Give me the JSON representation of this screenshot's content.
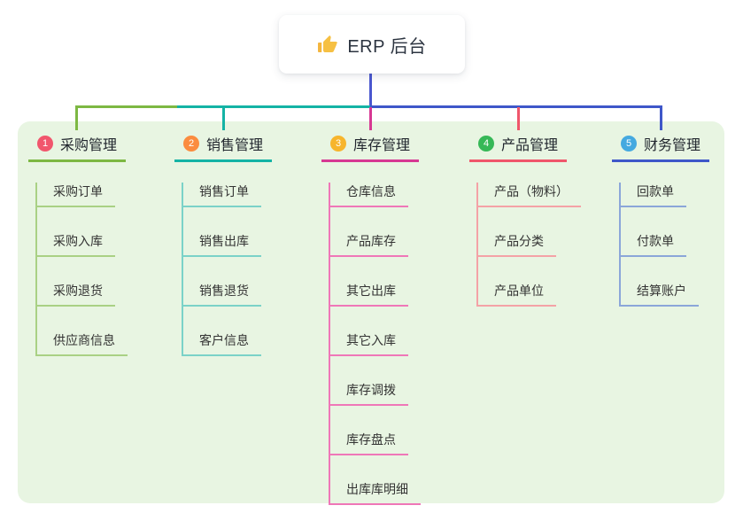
{
  "root": {
    "label": "ERP 后台",
    "icon": "thumbs-up-icon",
    "icon_color": "#f4b63f"
  },
  "connector_colors": {
    "stem": "#4a57cf",
    "purchase": "#7db843",
    "sales": "#14b3a5",
    "inventory": "#d73893",
    "product": "#f0566b",
    "finance": "#3f57c9"
  },
  "branches": [
    {
      "index": "1",
      "label": "采购管理",
      "badge_color": "#f1566d",
      "line_color": "#7db843",
      "child_line_color": "#a9d184",
      "children": [
        "采购订单",
        "采购入库",
        "采购退货",
        "供应商信息"
      ]
    },
    {
      "index": "2",
      "label": "销售管理",
      "badge_color": "#fb8c3f",
      "line_color": "#14b3a5",
      "child_line_color": "#7bd2c8",
      "children": [
        "销售订单",
        "销售出库",
        "销售退货",
        "客户信息"
      ]
    },
    {
      "index": "3",
      "label": "库存管理",
      "badge_color": "#f7b52c",
      "line_color": "#d73893",
      "child_line_color": "#ef77b8",
      "children": [
        "仓库信息",
        "产品库存",
        "其它出库",
        "其它入库",
        "库存调拨",
        "库存盘点",
        "出库库明细"
      ]
    },
    {
      "index": "4",
      "label": "产品管理",
      "badge_color": "#36b857",
      "line_color": "#f0566b",
      "child_line_color": "#f4a2a6",
      "children": [
        "产品（物料）",
        "产品分类",
        "产品单位"
      ]
    },
    {
      "index": "5",
      "label": "财务管理",
      "badge_color": "#45a9e0",
      "line_color": "#3f57c9",
      "child_line_color": "#8ba6d9",
      "children": [
        "回款单",
        "付款单",
        "结算账户"
      ]
    }
  ]
}
